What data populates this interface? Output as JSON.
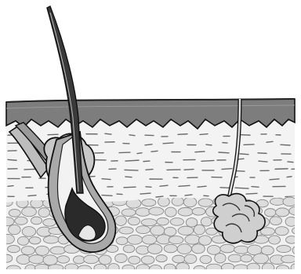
{
  "diagram": {
    "kind": "skin cross-section illustration",
    "labels": [],
    "structures": [
      {
        "name": "hair-shaft",
        "icon": "hair-strand"
      },
      {
        "name": "epidermis",
        "icon": "dark-band"
      },
      {
        "name": "dermis",
        "icon": "striped-tissue"
      },
      {
        "name": "subcutaneous-fat",
        "icon": "cell-mesh"
      },
      {
        "name": "sebaceous-gland",
        "icon": "lobed-gland"
      },
      {
        "name": "arrector-pili-muscle",
        "icon": "muscle-strip"
      },
      {
        "name": "hair-follicle",
        "icon": "bulb-follicle"
      },
      {
        "name": "sweat-duct",
        "icon": "thin-tube"
      },
      {
        "name": "sweat-gland",
        "icon": "coiled-gland"
      }
    ],
    "colors": {
      "epidermis": "#7a7a7a",
      "dermis": "#eeeeee",
      "fat_cells": "#d9d9d9",
      "outline": "#111111",
      "background": "#ffffff"
    }
  }
}
